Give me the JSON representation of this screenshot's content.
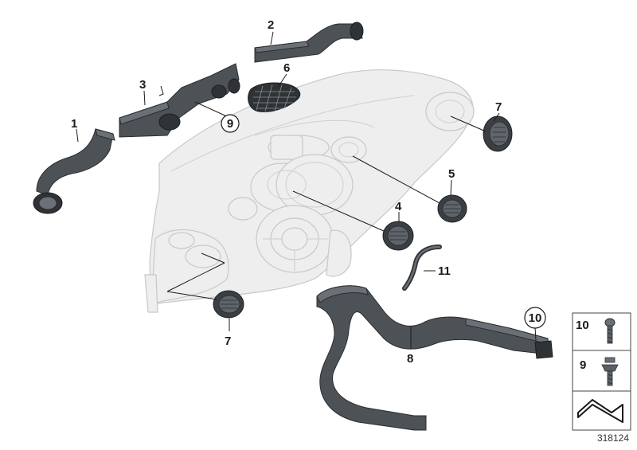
{
  "callouts": {
    "c1": "1",
    "c2": "2",
    "c3": "3",
    "c4": "4",
    "c5": "5",
    "c6": "6",
    "c7a": "7",
    "c7b": "7",
    "c8": "8",
    "c9": "9",
    "c10": "10",
    "c11": "11"
  },
  "legend": {
    "item10": "10",
    "item9": "9"
  },
  "document_number": "318124",
  "colors": {
    "part": "#4d5257",
    "dashboard": "#eeeeee"
  }
}
